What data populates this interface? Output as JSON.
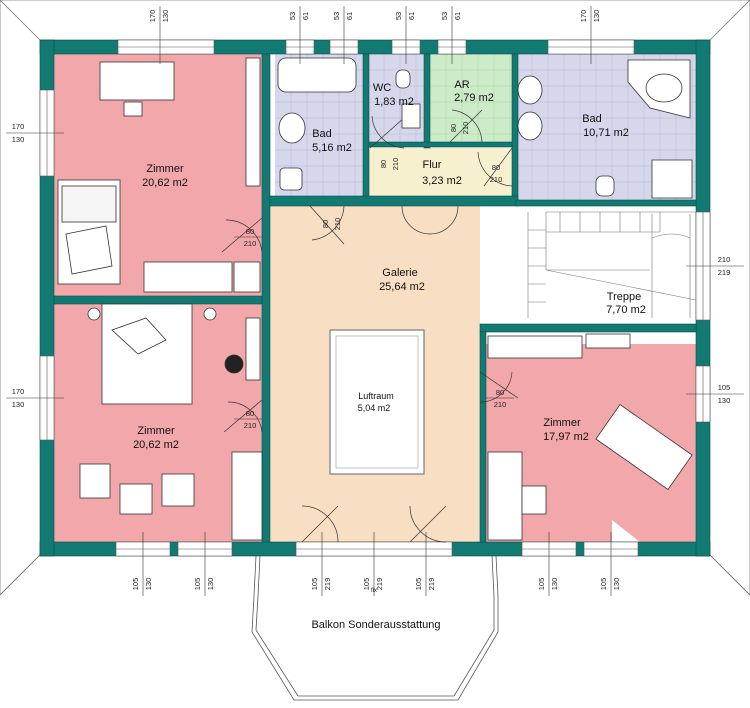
{
  "colors": {
    "wall": "#127a72",
    "pink": "#f2a7ab",
    "beige": "#f8dec2",
    "lavender": "#d7d7ec",
    "mint": "#cdebc8",
    "cream": "#f6f0cf",
    "white": "#ffffff",
    "window": "#ffffff"
  },
  "rooms": {
    "zimmer_nw": {
      "name": "Zimmer",
      "area": "20,62 m2"
    },
    "zimmer_sw": {
      "name": "Zimmer",
      "area": "20,62 m2"
    },
    "bad_small": {
      "name": "Bad",
      "area": "5,16 m2"
    },
    "wc": {
      "name": "WC",
      "area": "1,83 m2"
    },
    "ar": {
      "name": "AR",
      "area": "2,79 m2"
    },
    "bad_large": {
      "name": "Bad",
      "area": "10,71 m2"
    },
    "flur": {
      "name": "Flur",
      "area": "3,23 m2"
    },
    "galerie": {
      "name": "Galerie",
      "area": "25,64 m2"
    },
    "luftraum": {
      "name": "Luftraum",
      "area": "5,04 m2"
    },
    "treppe": {
      "name": "Treppe",
      "area": "7,70 m2"
    },
    "zimmer_se": {
      "name": "Zimmer",
      "area": "17,97 m2"
    }
  },
  "balkon_label": "Balkon Sonderausstattung",
  "top_dims": {
    "w1": [
      "170",
      "130"
    ],
    "w2": [
      "53",
      "61"
    ],
    "w3": [
      "53",
      "61"
    ],
    "w4": [
      "53",
      "61"
    ],
    "w5": [
      "53",
      "61"
    ],
    "w6": [
      "170",
      "130"
    ]
  },
  "left_dims": {
    "w1": [
      "170",
      "130"
    ],
    "w2": [
      "170",
      "130"
    ]
  },
  "right_dims": {
    "w1": [
      "210",
      "219"
    ],
    "w2": [
      "105",
      "130"
    ]
  },
  "bottom_dims": {
    "w1": [
      "105",
      "130"
    ],
    "w2": [
      "105",
      "130"
    ],
    "w3": [
      "105",
      "219"
    ],
    "w4": [
      "105",
      "219"
    ],
    "w5": [
      "105",
      "219"
    ],
    "w6": [
      "105",
      "130"
    ],
    "w7": [
      "105",
      "130"
    ],
    "fix": "fix"
  },
  "door_dims": {
    "d_zimmer_nw": [
      "80",
      "210"
    ],
    "d_zimmer_sw": [
      "80",
      "210"
    ],
    "d_bad": [
      "80",
      "210"
    ],
    "d_wc": [
      "80",
      "210"
    ],
    "d_ar": [
      "80",
      "210"
    ],
    "d_flur": [
      "80",
      "210"
    ],
    "d_zimmer_se": [
      "80",
      "210"
    ]
  }
}
